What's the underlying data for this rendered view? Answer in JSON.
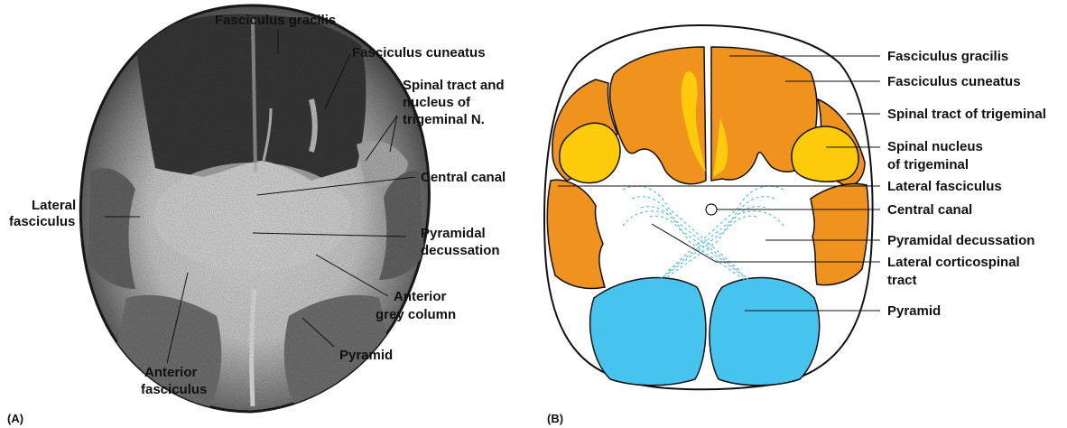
{
  "panel_a": {
    "tag": "(A)",
    "labels": {
      "fasciculus_gracilis": "Fasciculus gracilis",
      "fasciculus_cuneatus": "Fasciculus cuneatus",
      "spinal_tract_1": "Spinal tract and",
      "spinal_tract_2": "nucleus of",
      "spinal_tract_3": "trigeminal N.",
      "central_canal": "Central canal",
      "lateral_fasciculus_1": "Lateral",
      "lateral_fasciculus_2": "fasciculus",
      "pyramidal_decussation_1": "Pyramidal",
      "pyramidal_decussation_2": "decussation",
      "anterior_grey_column_1": "Anterior",
      "anterior_grey_column_2": "grey column",
      "pyramid": "Pyramid",
      "anterior_fasciculus_1": "Anterior",
      "anterior_fasciculus_2": "fasciculus"
    }
  },
  "panel_b": {
    "tag": "(B)",
    "labels": {
      "fasciculus_gracilis": "Fasciculus gracilis",
      "fasciculus_cuneatus": "Fasciculus cuneatus",
      "spinal_tract_of_trigeminal": "Spinal tract of trigeminal",
      "spinal_nucleus_1": "Spinal nucleus",
      "spinal_nucleus_2": "of trigeminal",
      "lateral_fasciculus": "Lateral fasciculus",
      "central_canal": "Central canal",
      "pyramidal_decussation": "Pyramidal decussation",
      "lateral_corticospinal_1": "Lateral corticospinal",
      "lateral_corticospinal_2": "tract",
      "pyramid": "Pyramid"
    }
  },
  "colors": {
    "posterior_columns": "#f0921e",
    "trigeminal_nucleus": "#fdcb0a",
    "pyramid": "#47c3f0",
    "decussation_dashes": "#5bbfe0",
    "section_dark": "#3a3a3a",
    "section_light": "#e4e4e4"
  }
}
